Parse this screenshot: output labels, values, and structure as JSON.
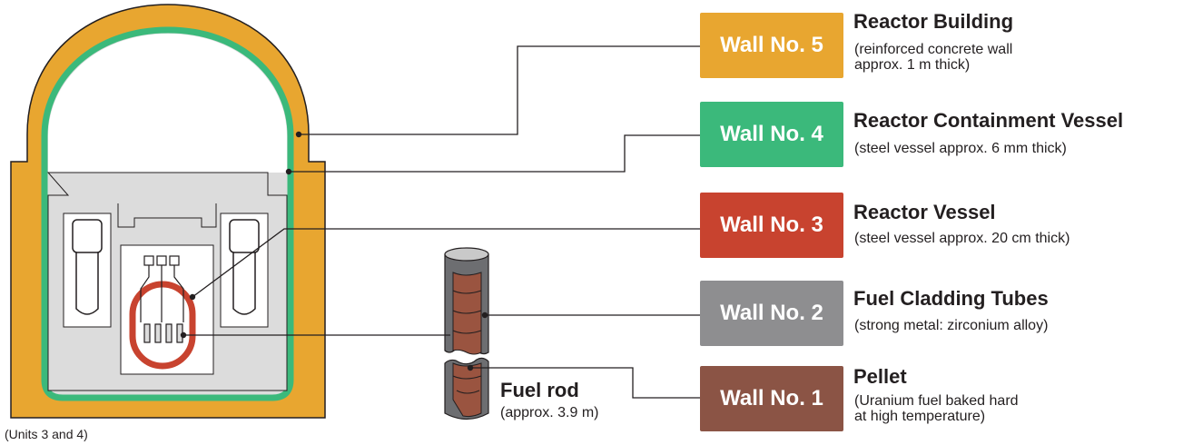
{
  "walls": [
    {
      "label": "Wall No. 5",
      "title": "Reactor Building",
      "desc": "(reinforced concrete wall\napprox. 1 m thick)",
      "color": "#e8a630"
    },
    {
      "label": "Wall No. 4",
      "title": "Reactor Containment Vessel",
      "desc": "(steel vessel approx. 6 mm thick)",
      "color": "#3bb97b"
    },
    {
      "label": "Wall No. 3",
      "title": "Reactor Vessel",
      "desc": "(steel vessel approx. 20 cm thick)",
      "color": "#c8432f"
    },
    {
      "label": "Wall No. 2",
      "title": "Fuel Cladding Tubes",
      "desc": "(strong metal: zirconium alloy)",
      "color": "#8e8e90"
    },
    {
      "label": "Wall No. 1",
      "title": "Pellet",
      "desc": "(Uranium fuel baked hard\nat high temperature)",
      "color": "#8b5445"
    }
  ],
  "fuel_rod": {
    "title": "Fuel rod",
    "desc": "(approx. 3.9 m)"
  },
  "units_note": "(Units 3 and 4)",
  "colors": {
    "building": "#e8a630",
    "containment": "#3bb97b",
    "vessel": "#c8432f",
    "interior": "#dcdcdc",
    "cladding": "#6d6e71",
    "pellet": "#9a5440",
    "line": "#231f20"
  }
}
